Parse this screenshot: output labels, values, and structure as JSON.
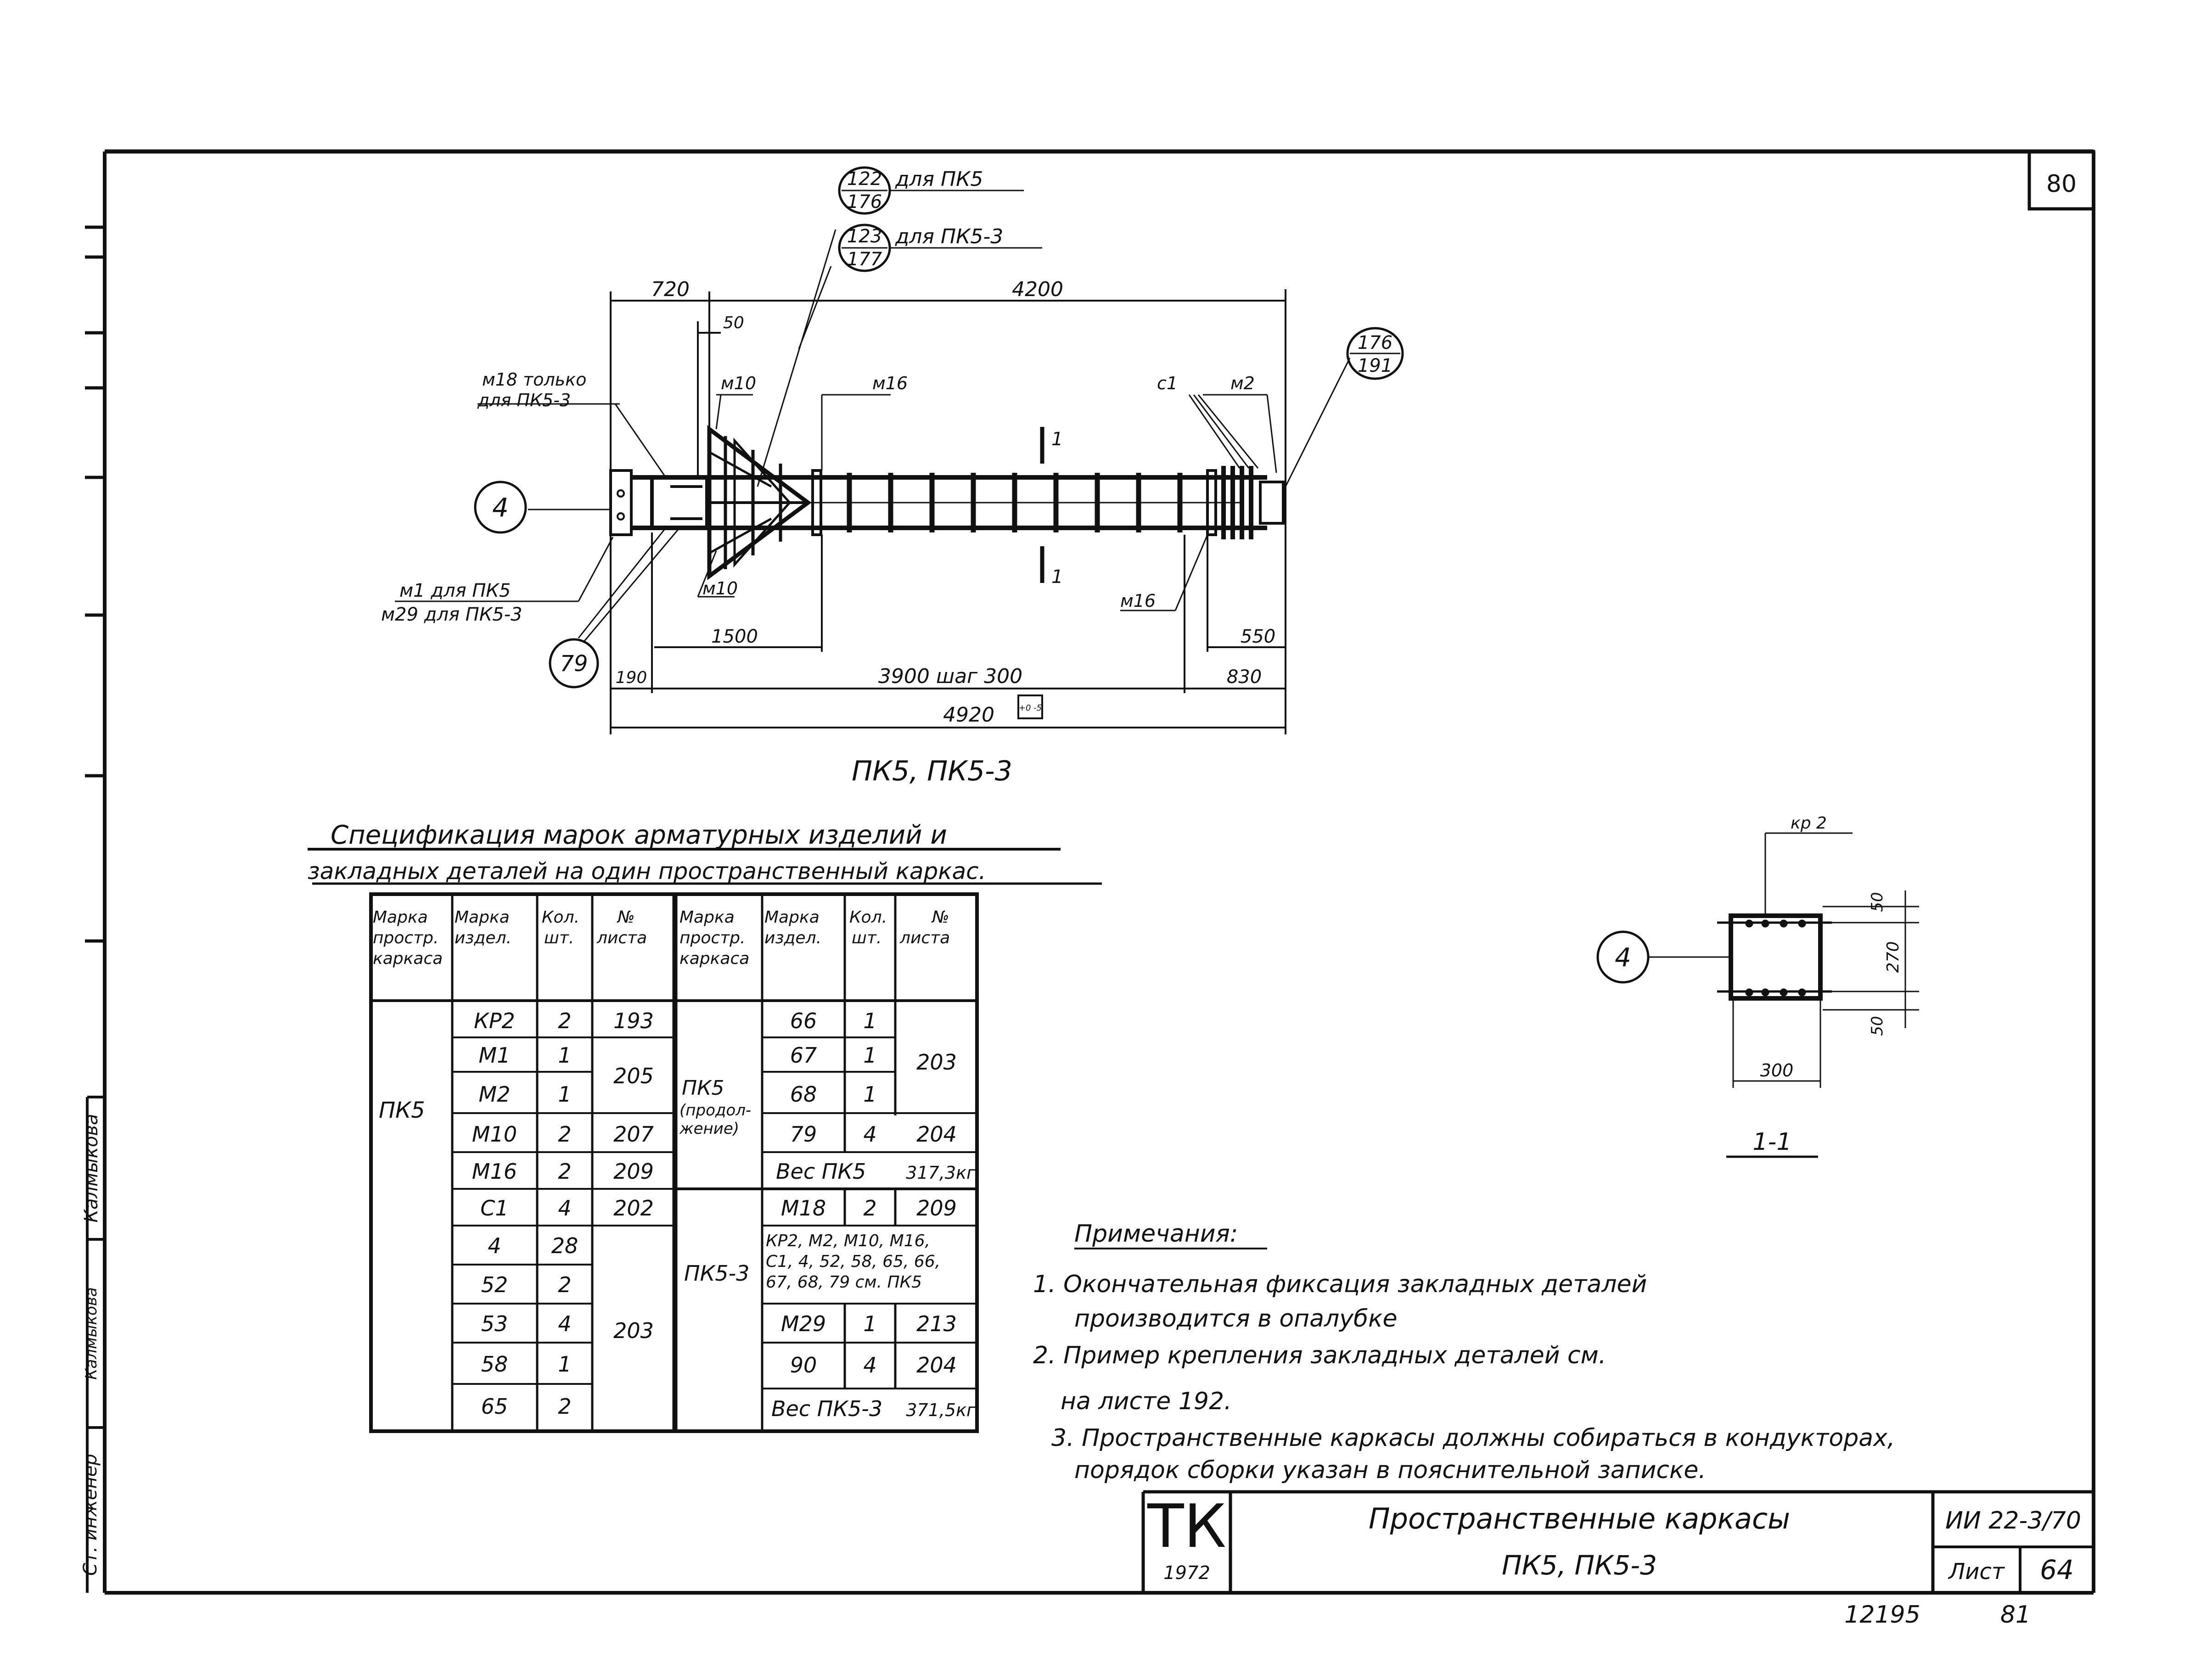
{
  "sheet_number_top": "80",
  "drawing": {
    "callouts": {
      "c122": {
        "top": "122",
        "bottom": "176",
        "label": "для ПК5"
      },
      "c123": {
        "top": "123",
        "bottom": "177",
        "label": "для ПК5-3"
      },
      "c176": {
        "top": "176",
        "bottom": "191"
      },
      "c4": "4",
      "c79": "79"
    },
    "dims": {
      "d720": "720",
      "d50": "50",
      "d4200": "4200",
      "d1500": "1500",
      "d190": "190",
      "d3900": "3900 шаг 300",
      "d550": "550",
      "d830": "830",
      "d4920": "4920",
      "tol": "+0 -5"
    },
    "labels": {
      "m18_line1": "м18 только",
      "m18_line2": "для ПК5-3",
      "m10_top": "м10",
      "m16_top": "м16",
      "c1": "с1",
      "m2": "м2",
      "m1_line1": "м1 для ПК5",
      "m1_line2": "м29 для ПК5-3",
      "m10_bottom": "м10",
      "m16_bottom": "м16",
      "section_mark": "1"
    },
    "title": "ПК5, ПК5-3"
  },
  "section": {
    "kr2": "кр 2",
    "callout": "4",
    "d50_top": "50",
    "d270": "270",
    "d50_bottom": "50",
    "d300": "300",
    "title": "1-1"
  },
  "spec": {
    "title_line1": "Спецификация марок арматурных изделий и",
    "title_line2": "закладных деталей на один пространственный каркас.",
    "headers": [
      "Марка простр. каркаса",
      "Марка издел.",
      "Кол. шт.",
      "№ листа"
    ],
    "left": {
      "frame": "ПК5",
      "rows": [
        {
          "mark": "КР2",
          "qty": "2",
          "sheet": "193"
        },
        {
          "mark": "М1",
          "qty": "1",
          "sheet": "205"
        },
        {
          "mark": "М2",
          "qty": "1",
          "sheet": ""
        },
        {
          "mark": "М10",
          "qty": "2",
          "sheet": "207"
        },
        {
          "mark": "М16",
          "qty": "2",
          "sheet": "209"
        },
        {
          "mark": "С1",
          "qty": "4",
          "sheet": "202"
        },
        {
          "mark": "4",
          "qty": "28",
          "sheet": "203"
        },
        {
          "mark": "52",
          "qty": "2",
          "sheet": ""
        },
        {
          "mark": "53",
          "qty": "4",
          "sheet": ""
        },
        {
          "mark": "58",
          "qty": "1",
          "sheet": ""
        },
        {
          "mark": "65",
          "qty": "2",
          "sheet": ""
        }
      ]
    },
    "right": {
      "frame1": "ПК5 (продол- жение)",
      "rows1": [
        {
          "mark": "66",
          "qty": "1"
        },
        {
          "mark": "67",
          "qty": "1"
        },
        {
          "mark": "68",
          "qty": "1"
        },
        {
          "mark": "79",
          "qty": "4",
          "sheet": "204"
        }
      ],
      "sheet_203": "203",
      "weight1": "Вес ПК5",
      "weight1_val": "317,3кг",
      "frame2": "ПК5-3",
      "m18": "М18",
      "m18_qty": "2",
      "m18_sheet": "209",
      "see_text": "КР2, М2, М10, М16, С1, 4, 52, 58, 65, 66, 67, 68, 79 см. ПК5",
      "m29": "М29",
      "m29_qty": "1",
      "m29_sheet": "213",
      "r90": "90",
      "r90_qty": "4",
      "r90_sheet": "204",
      "weight2": "Вес ПК5-3",
      "weight2_val": "371,5кг"
    }
  },
  "notes": {
    "title": "Примечания:",
    "n1a": "1. Окончательная фиксация закладных деталей",
    "n1b": "производится в опалубке",
    "n2a": "2. Пример крепления закладных деталей см.",
    "n2b": "на листе 192.",
    "n3a": "3. Пространственные каркасы должны собираться в кондукторах,",
    "n3b": "порядок сборки указан в пояснительной записке."
  },
  "title_block": {
    "logo": "ТК",
    "year": "1972",
    "name": "Пространственные каркасы",
    "subname": "ПК5, ПК5-3",
    "series": "ИИ 22-3/70",
    "sheet_label": "Лист",
    "sheet_value": "64"
  },
  "stamp": {
    "role": "Ст. инженер",
    "sig": "Калмыкова",
    "name": "Калмыкова"
  },
  "bottom": {
    "order": "12195",
    "num": "81"
  }
}
